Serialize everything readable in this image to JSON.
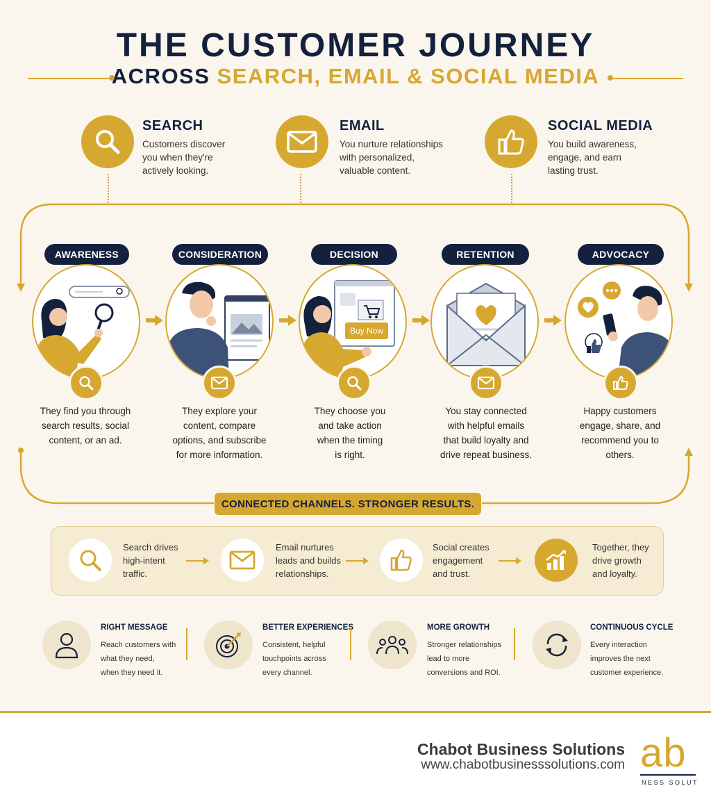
{
  "header": {
    "title": "THE CUSTOMER JOURNEY",
    "subtitle_prefix": "ACROSS",
    "subtitle_highlight": "SEARCH, EMAIL & SOCIAL MEDIA"
  },
  "channels": [
    {
      "icon": "magnifier-icon",
      "title": "SEARCH",
      "lines": [
        "Customers discover",
        "you when they're",
        "actively looking."
      ]
    },
    {
      "icon": "envelope-icon",
      "title": "EMAIL",
      "lines": [
        "You nurture relationships",
        "with personalized,",
        "valuable content."
      ]
    },
    {
      "icon": "thumbs-up-icon",
      "title": "SOCIAL MEDIA",
      "lines": [
        "You build awareness,",
        "engage, and earn",
        "lasting trust."
      ]
    }
  ],
  "stages": [
    {
      "label": "AWARENESS",
      "lines": [
        "They find you through",
        "search results, social",
        "content, or an ad."
      ]
    },
    {
      "label": "CONSIDERATION",
      "lines": [
        "They explore your",
        "content, compare",
        "options, and subscribe",
        "for more information."
      ]
    },
    {
      "label": "DECISION",
      "button": "Buy Now",
      "lines": [
        "They choose you",
        "and take action",
        "when the timing",
        "is right."
      ]
    },
    {
      "label": "RETENTION",
      "lines": [
        "You stay connected",
        "with helpful emails",
        "that build loyalty and",
        "drive repeat business."
      ]
    },
    {
      "label": "ADVOCACY",
      "lines": [
        "Happy customers",
        "engage, share, and",
        "recommend you to",
        "others."
      ]
    }
  ],
  "banner": "CONNECTED CHANNELS. STRONGER RESULTS.",
  "summary": [
    {
      "icon": "magnifier-icon",
      "lines": [
        "Search drives",
        "high-intent",
        "traffic."
      ]
    },
    {
      "icon": "envelope-icon",
      "lines": [
        "Email nurtures",
        "leads and builds",
        "relationships."
      ]
    },
    {
      "icon": "thumbs-up-icon",
      "lines": [
        "Social creates",
        "engagement",
        "and trust."
      ]
    },
    {
      "icon": "growth-chart-icon",
      "lines": [
        "Together, they",
        "drive growth",
        "and loyalty."
      ]
    }
  ],
  "benefits": [
    {
      "icon": "person-icon",
      "title": "RIGHT MESSAGE",
      "lines": [
        "Reach customers with",
        "what they need,",
        "when they need it."
      ]
    },
    {
      "icon": "target-icon",
      "title": "BETTER EXPERIENCES",
      "lines": [
        "Consistent, helpful",
        "touchpoints across",
        "every channel."
      ]
    },
    {
      "icon": "group-icon",
      "title": "MORE GROWTH",
      "lines": [
        "Stronger relationships",
        "lead to more",
        "conversions and ROI."
      ]
    },
    {
      "icon": "cycle-icon",
      "title": "CONTINUOUS CYCLE",
      "lines": [
        "Every interaction",
        "improves the next",
        "customer experience."
      ]
    }
  ],
  "footer": {
    "company": "Chabot Business Solutions",
    "url": "www.chabotbusinesssolutions.com",
    "logo_mark": "ab",
    "logo_tagline": "NESS SOLUT"
  },
  "colors": {
    "navy": "#14213d",
    "gold": "#d6a82f",
    "background": "#faf6ee"
  }
}
